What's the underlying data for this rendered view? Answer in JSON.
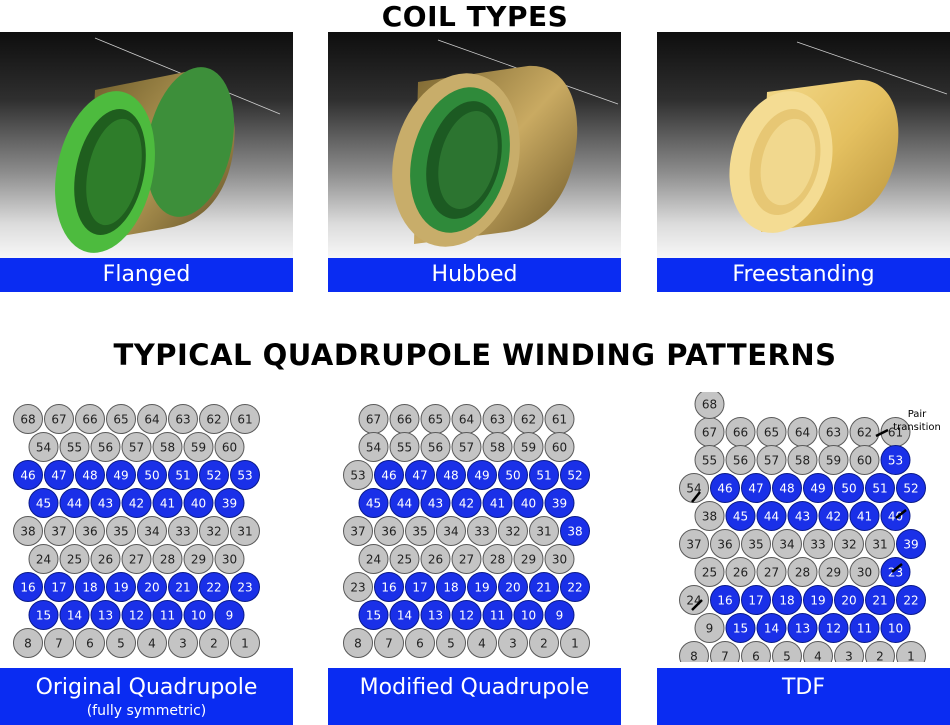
{
  "titles": {
    "coil_types": "COIL TYPES",
    "winding_patterns": "TYPICAL QUADRUPOLE WINDING PATTERNS"
  },
  "coil_types": [
    {
      "label": "Flanged",
      "icon": "flanged-coil-photo"
    },
    {
      "label": "Hubbed",
      "icon": "hubbed-coil-photo"
    },
    {
      "label": "Freestanding",
      "icon": "freestanding-coil-photo"
    }
  ],
  "colors": {
    "label_blue": "#0a2cf2",
    "turn_blue": "#1a30e8",
    "turn_gray": "#c4c4c4"
  },
  "patterns": [
    {
      "name": "Original Quadrupole",
      "subtitle": "(fully symmetric)",
      "rows": [
        {
          "nums": [
            68,
            67,
            66,
            65,
            64,
            63,
            62,
            61
          ],
          "blue": []
        },
        {
          "nums": [
            54,
            55,
            56,
            57,
            58,
            59,
            60
          ],
          "blue": []
        },
        {
          "nums": [
            46,
            47,
            48,
            49,
            50,
            51,
            52,
            53
          ],
          "blue": [
            46,
            47,
            48,
            49,
            50,
            51,
            52,
            53
          ]
        },
        {
          "nums": [
            45,
            44,
            43,
            42,
            41,
            40,
            39
          ],
          "blue": [
            45,
            44,
            43,
            42,
            41,
            40,
            39
          ]
        },
        {
          "nums": [
            38,
            37,
            36,
            35,
            34,
            33,
            32,
            31
          ],
          "blue": []
        },
        {
          "nums": [
            24,
            25,
            26,
            27,
            28,
            29,
            30
          ],
          "blue": []
        },
        {
          "nums": [
            16,
            17,
            18,
            19,
            20,
            21,
            22,
            23
          ],
          "blue": [
            16,
            17,
            18,
            19,
            20,
            21,
            22,
            23
          ]
        },
        {
          "nums": [
            15,
            14,
            13,
            12,
            11,
            10,
            9
          ],
          "blue": [
            15,
            14,
            13,
            12,
            11,
            10,
            9
          ]
        },
        {
          "nums": [
            8,
            7,
            6,
            5,
            4,
            3,
            2,
            1
          ],
          "blue": []
        }
      ]
    },
    {
      "name": "Modified Quadrupole",
      "subtitle": "",
      "rows": [
        {
          "nums": [
            67,
            66,
            65,
            64,
            63,
            62,
            61
          ],
          "blue": []
        },
        {
          "nums": [
            54,
            55,
            56,
            57,
            58,
            59,
            60
          ],
          "blue": []
        },
        {
          "nums": [
            53,
            46,
            47,
            48,
            49,
            50,
            51,
            52
          ],
          "blue": [
            46,
            47,
            48,
            49,
            50,
            51,
            52
          ]
        },
        {
          "nums": [
            45,
            44,
            43,
            42,
            41,
            40,
            39
          ],
          "blue": [
            45,
            44,
            43,
            42,
            41,
            40,
            39
          ]
        },
        {
          "nums": [
            37,
            36,
            35,
            34,
            33,
            32,
            31,
            38
          ],
          "blue": [
            38
          ]
        },
        {
          "nums": [
            24,
            25,
            26,
            27,
            28,
            29,
            30
          ],
          "blue": []
        },
        {
          "nums": [
            23,
            16,
            17,
            18,
            19,
            20,
            21,
            22
          ],
          "blue": [
            16,
            17,
            18,
            19,
            20,
            21,
            22
          ]
        },
        {
          "nums": [
            15,
            14,
            13,
            12,
            11,
            10,
            9
          ],
          "blue": [
            15,
            14,
            13,
            12,
            11,
            10,
            9
          ]
        },
        {
          "nums": [
            8,
            7,
            6,
            5,
            4,
            3,
            2,
            1
          ],
          "blue": []
        }
      ]
    },
    {
      "name": "TDF",
      "subtitle": "",
      "annotation": "Pair transition",
      "top_single": 68,
      "rows": [
        {
          "nums": [
            67,
            66,
            65,
            64,
            63,
            62,
            61
          ],
          "blue": []
        },
        {
          "nums": [
            55,
            56,
            57,
            58,
            59,
            60,
            53
          ],
          "blue": [
            53
          ]
        },
        {
          "nums": [
            54,
            46,
            47,
            48,
            49,
            50,
            51,
            52
          ],
          "blue": [
            46,
            47,
            48,
            49,
            50,
            51,
            52
          ]
        },
        {
          "nums": [
            38,
            45,
            44,
            43,
            42,
            41,
            40
          ],
          "blue": [
            45,
            44,
            43,
            42,
            41,
            40
          ]
        },
        {
          "nums": [
            37,
            36,
            35,
            34,
            33,
            32,
            31,
            39
          ],
          "blue": [
            39
          ]
        },
        {
          "nums": [
            25,
            26,
            27,
            28,
            29,
            30,
            23
          ],
          "blue": [
            23
          ]
        },
        {
          "nums": [
            24,
            16,
            17,
            18,
            19,
            20,
            21,
            22
          ],
          "blue": [
            16,
            17,
            18,
            19,
            20,
            21,
            22
          ]
        },
        {
          "nums": [
            9,
            15,
            14,
            13,
            12,
            11,
            10
          ],
          "blue": [
            15,
            14,
            13,
            12,
            11,
            10
          ]
        },
        {
          "nums": [
            8,
            7,
            6,
            5,
            4,
            3,
            2,
            1
          ],
          "blue": []
        }
      ]
    }
  ]
}
